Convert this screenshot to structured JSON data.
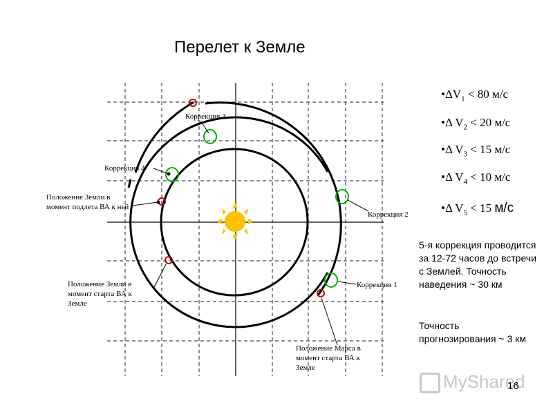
{
  "title": "Перелет к Земле",
  "labels": {
    "correction3": "Коррекция 3",
    "correction4": "Коррекция 4",
    "correction2": "Коррекция 2",
    "correction1": "Коррекция 1",
    "earth_arrival": "Положение Земли в момент подлета ВА к ней",
    "earth_start": "Положение Земли в момент старта ВА к Земле",
    "mars_start": "Положение Марса в момент старта ВА к Земле"
  },
  "delta_v": [
    {
      "prefix": "•ΔV",
      "sub": "1",
      "rest": " < 80 м/с"
    },
    {
      "prefix": "•Δ V",
      "sub": "2",
      "rest": " < 20 м/с"
    },
    {
      "prefix": "•Δ V",
      "sub": "3",
      "rest": " < 15 м/с"
    },
    {
      "prefix": "•Δ V",
      "sub": "4",
      "rest": " < 10 м/с"
    },
    {
      "prefix": "•Δ V",
      "sub": "5",
      "rest": " < 15 ",
      "unit": "м/с"
    }
  ],
  "notes": {
    "fifth_correction": "5-я коррекция проводится за 12-72 часов до встречи с Землей. Точность наведения ~ 30 км",
    "prediction": "Точность прогнозирования ~ 3 км"
  },
  "watermark": "MyShared",
  "page_number": "16",
  "colors": {
    "orbit": "#000000",
    "correction_marker": "#00b000",
    "planet_marker": "#c00000",
    "sun": "#ffc000"
  },
  "icons": {
    "sun": "sun-icon"
  }
}
